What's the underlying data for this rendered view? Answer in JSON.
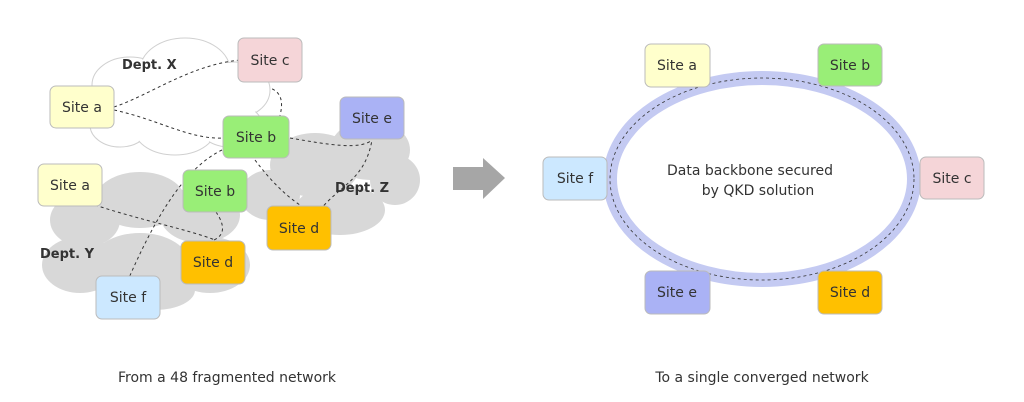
{
  "left": {
    "depts": {
      "x": "Dept. X",
      "y": "Dept. Y",
      "z": "Dept. Z"
    },
    "sites": {
      "a_x": "Site a",
      "c_x": "Site c",
      "b_x": "Site b",
      "e_z": "Site e",
      "d_z": "Site d",
      "a_y": "Site a",
      "b_y": "Site b",
      "d_y": "Site d",
      "f": "Site f"
    },
    "caption": "From a 48 fragmented network"
  },
  "right": {
    "center_line1": "Data backbone secured",
    "center_line2": "by QKD solution",
    "sites": {
      "a": "Site a",
      "b": "Site b",
      "c": "Site c",
      "d": "Site d",
      "e": "Site e",
      "f": "Site f"
    },
    "caption": "To a single converged network"
  },
  "colors": {
    "site_a": "#FFFFCC",
    "site_b": "#99EE77",
    "site_c": "#F5D5D8",
    "site_d": "#FFC000",
    "site_e": "#AAB2F5",
    "site_f": "#CCE8FF",
    "ring": "#C4CAF2",
    "arrow": "#A6A6A6",
    "cloud_grey": "#D6D6D6",
    "cloud_white": "#FFFFFF"
  }
}
